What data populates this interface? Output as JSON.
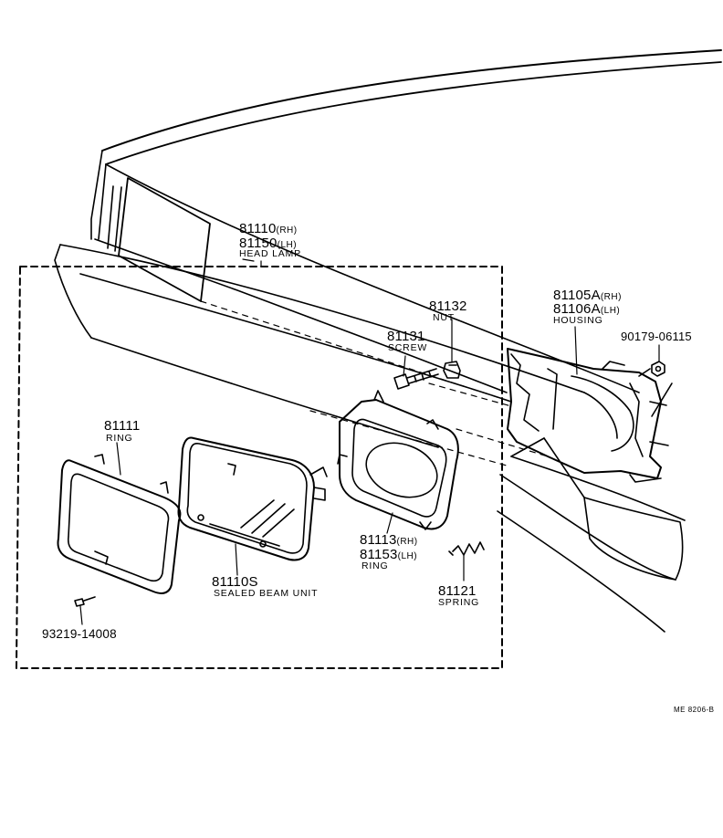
{
  "parts": {
    "head_lamp": {
      "rh": "81110",
      "rh_suffix": "(RH)",
      "lh": "81150",
      "lh_suffix": "(LH)",
      "name": "HEAD LAMP"
    },
    "nut": {
      "number": "81132",
      "name": "NUT"
    },
    "screw": {
      "number": "81131",
      "name": "SCREW"
    },
    "housing": {
      "rh": "81105A",
      "rh_suffix": "(RH)",
      "lh": "81106A",
      "lh_suffix": "(LH)",
      "name": "HOUSING"
    },
    "bolt": {
      "number": "90179-06115"
    },
    "outer_ring": {
      "number": "81111",
      "name": "RING"
    },
    "inner_ring": {
      "rh": "81113",
      "rh_suffix": "(RH)",
      "lh": "81153",
      "lh_suffix": "(LH)",
      "name": "RING"
    },
    "sealed_beam": {
      "number": "81110S",
      "name": "SEALED BEAM UNIT"
    },
    "spring": {
      "number": "81121",
      "name": "SPRING"
    },
    "small_screw": {
      "number": "93219-14008"
    }
  },
  "ref_code": "ME  8206-B",
  "colors": {
    "ink": "#000000",
    "paper": "#ffffff"
  }
}
